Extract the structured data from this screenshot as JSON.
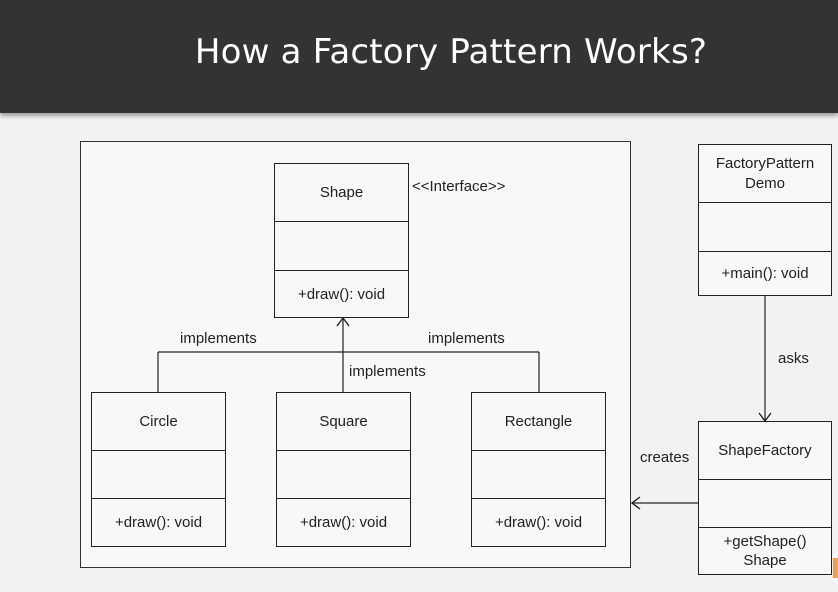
{
  "title": "How a Factory Pattern Works?",
  "classes": {
    "shape": {
      "name": "Shape",
      "stereotype": "<<Interface>>",
      "method": "+draw(): void"
    },
    "circle": {
      "name": "Circle",
      "method": "+draw(): void"
    },
    "square": {
      "name": "Square",
      "method": "+draw(): void"
    },
    "rectangle": {
      "name": "Rectangle",
      "method": "+draw(): void"
    },
    "demo": {
      "name_line1": "FactoryPattern",
      "name_line2": "Demo",
      "method": "+main(): void"
    },
    "factory": {
      "name": "ShapeFactory",
      "method_line1": "+getShape()",
      "method_line2": "Shape"
    }
  },
  "relations": {
    "implements_left": "implements",
    "implements_center": "implements",
    "implements_right": "implements",
    "asks": "asks",
    "creates": "creates"
  }
}
